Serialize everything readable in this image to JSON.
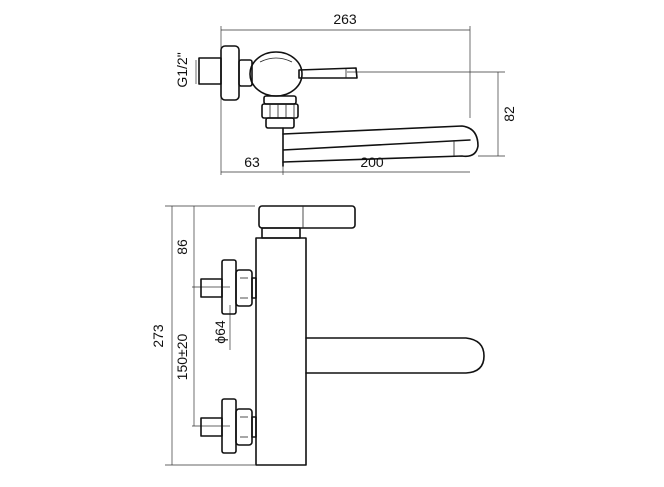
{
  "top_view": {
    "dim_total_width": "263",
    "dim_height": "82",
    "dim_offset": "63",
    "dim_spout": "200",
    "thread_label": "G1/2\""
  },
  "side_view": {
    "dim_total_height": "273",
    "dim_top": "86",
    "dim_center": "150±20",
    "dim_diameter": "ϕ64"
  }
}
